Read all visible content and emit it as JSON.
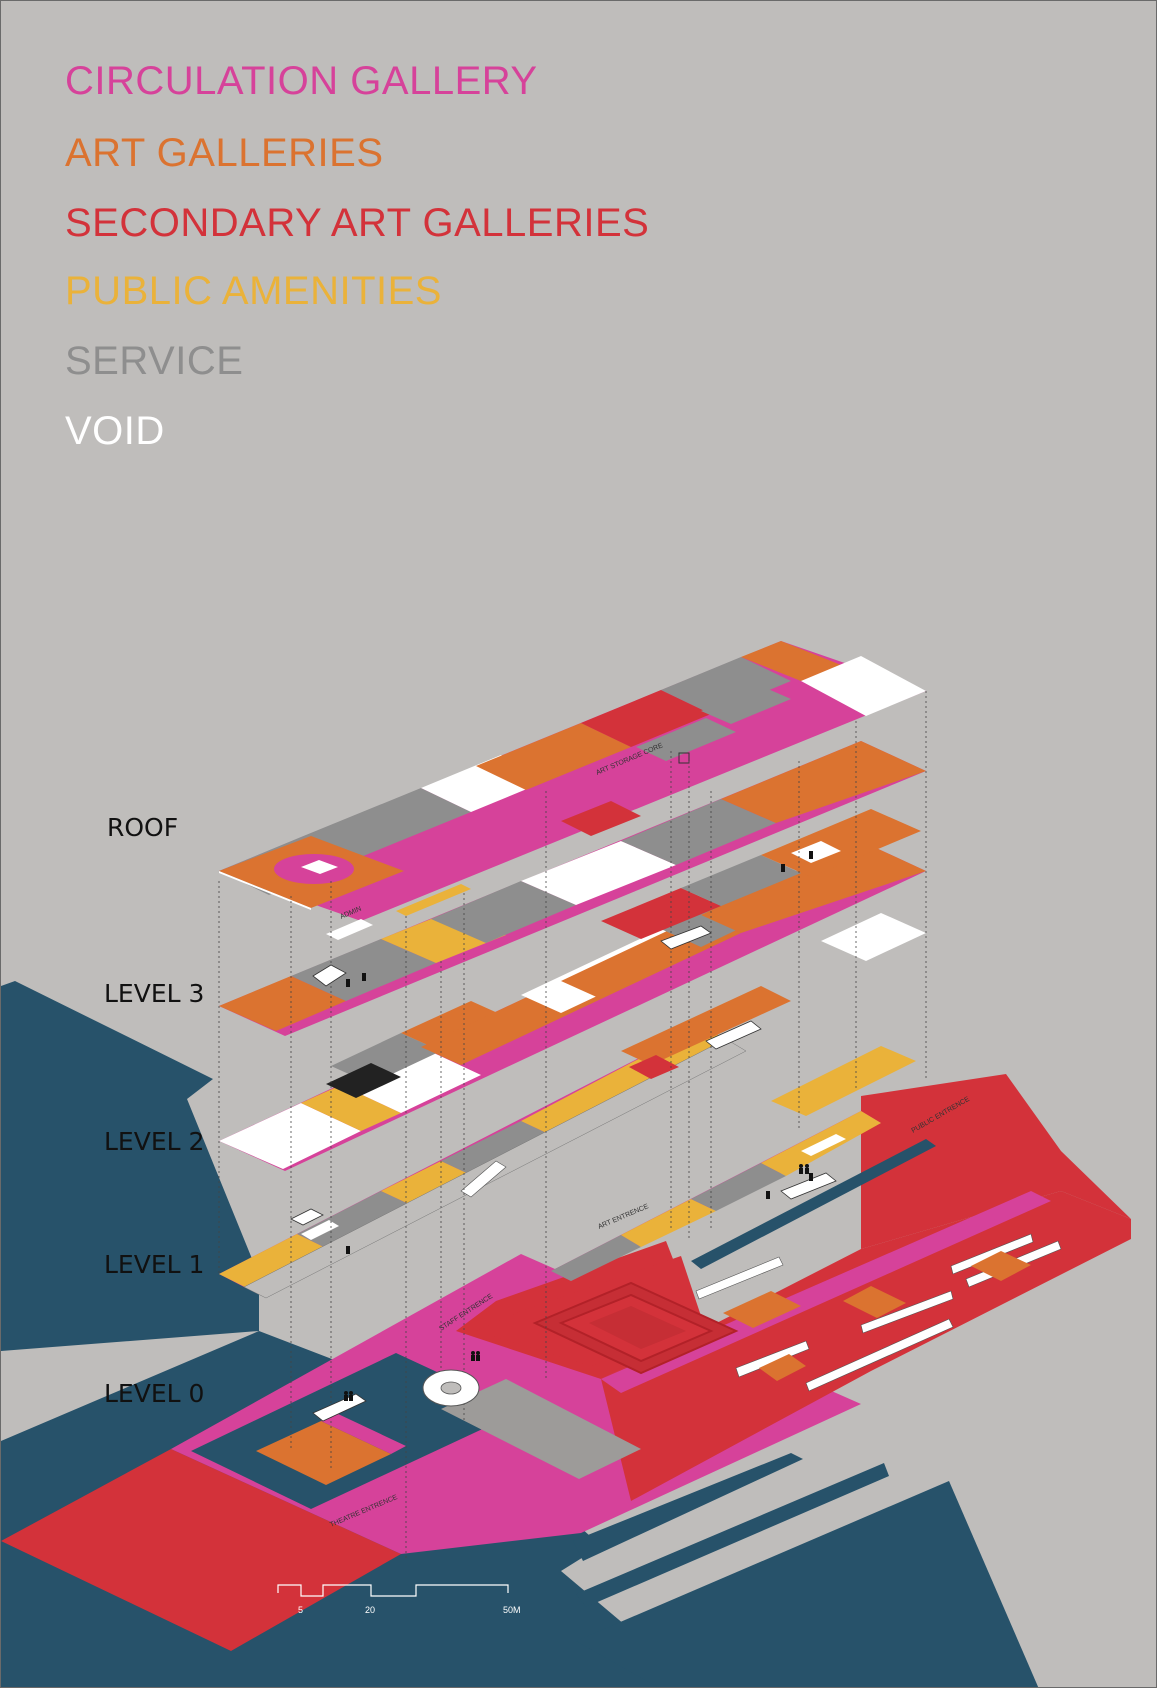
{
  "legend": {
    "circulation_gallery": "CIRCULATION GALLERY",
    "art_galleries": "ART GALLERIES",
    "secondary_art_galleries": "SECONDARY ART GALLERIES",
    "public_amenities": "PUBLIC AMENITIES",
    "service": "SERVICE",
    "void": "VOID"
  },
  "colors": {
    "background": "#bfbdbb",
    "water": "#27526a",
    "circulation": "#d6429a",
    "art_galleries": "#db7330",
    "secondary_art": "#d3323a",
    "public_amenities": "#eab23a",
    "service": "#8e8e8e",
    "void": "#ffffff"
  },
  "levels": {
    "roof": "ROOF",
    "level3": "LEVEL 3",
    "level2": "LEVEL 2",
    "level1": "LEVEL 1",
    "level0": "LEVEL 0"
  },
  "annotations": {
    "art_storage_core": "ART STORAGE CORE",
    "admin": "ADMIN",
    "public_entrance": "PUBLIC ENTRENCE",
    "art_entrance": "ART ENTRENCE",
    "staff_entrance": "STAFF ENTRENCE",
    "theatre_entrance": "THEATRE ENTRENCE"
  },
  "scale_bar": {
    "label_5": "5",
    "label_20": "20",
    "label_50": "50M"
  },
  "icons": [
    "elevator-icon",
    "people-icon",
    "spiral-stair-icon",
    "ramp-icon",
    "stairs-icon"
  ]
}
